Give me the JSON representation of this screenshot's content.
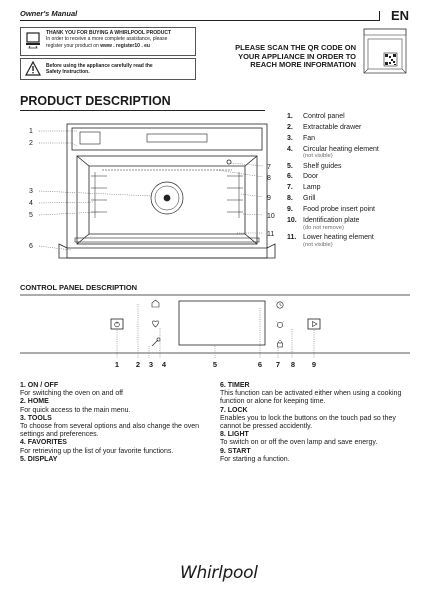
{
  "header": {
    "title": "Owner's Manual",
    "language": "EN"
  },
  "info_box": {
    "heading": "THANK YOU FOR BUYING A WHIRLPOOL PRODUCT",
    "line2": "In order to receive a more complete assistance, please",
    "line3_prefix": "register your product on",
    "line3_link": "www . register10 . eu"
  },
  "warning_box": {
    "line1": "Before using the appliance carefully read the",
    "line2": "Safety Instruction."
  },
  "qr_notice": {
    "line1": "PLEASE SCAN THE QR CODE ON",
    "line2": "YOUR APPLIANCE IN ORDER TO",
    "line3": "REACH MORE INFORMATION"
  },
  "product_description": {
    "title": "PRODUCT DESCRIPTION",
    "callouts_left": [
      "1",
      "2",
      "3",
      "4",
      "5",
      "6"
    ],
    "callouts_right": [
      "7",
      "8",
      "9",
      "10",
      "11"
    ],
    "parts": [
      {
        "num": "1.",
        "label": "Control panel",
        "note": ""
      },
      {
        "num": "2.",
        "label": "Extractable drawer",
        "note": ""
      },
      {
        "num": "3.",
        "label": "Fan",
        "note": ""
      },
      {
        "num": "4.",
        "label": "Circular heating element",
        "note": "(not visible)"
      },
      {
        "num": "5.",
        "label": "Shelf guides",
        "note": ""
      },
      {
        "num": "6.",
        "label": "Door",
        "note": ""
      },
      {
        "num": "7.",
        "label": "Lamp",
        "note": ""
      },
      {
        "num": "8.",
        "label": "Grill",
        "note": ""
      },
      {
        "num": "9.",
        "label": "Food probe insert point",
        "note": ""
      },
      {
        "num": "10.",
        "label": "Identification plate",
        "note": "(do not remove)"
      },
      {
        "num": "11.",
        "label": "Lower heating element",
        "note": "(not visible)"
      }
    ]
  },
  "control_panel": {
    "title": "CONTROL PANEL DESCRIPTION",
    "callouts": [
      "1",
      "2",
      "3",
      "4",
      "5",
      "6",
      "7",
      "8",
      "9"
    ],
    "functions_left": [
      {
        "title": "1. ON / OFF",
        "desc": "For switching the oven on and off"
      },
      {
        "title": "2. HOME",
        "desc": "For quick access to the main menu."
      },
      {
        "title": "3. TOOLS",
        "desc": "To choose from several options and also change the oven settings and preferences."
      },
      {
        "title": "4. FAVORITES",
        "desc": "For retrieving up the list of your favorite functions."
      },
      {
        "title": "5. DISPLAY",
        "desc": ""
      }
    ],
    "functions_right": [
      {
        "title": "6. TIMER",
        "desc": "This function can be activated either when using a cooking function or alone for keeping time."
      },
      {
        "title": "7. LOCK",
        "desc": "Enables you to lock the buttons on the touch pad so they cannot be pressed accidently."
      },
      {
        "title": "8. LIGHT",
        "desc": "To switch on or off the oven lamp and save energy."
      },
      {
        "title": "9. START",
        "desc": "For starting a function."
      }
    ]
  },
  "brand": "Whirlpool"
}
